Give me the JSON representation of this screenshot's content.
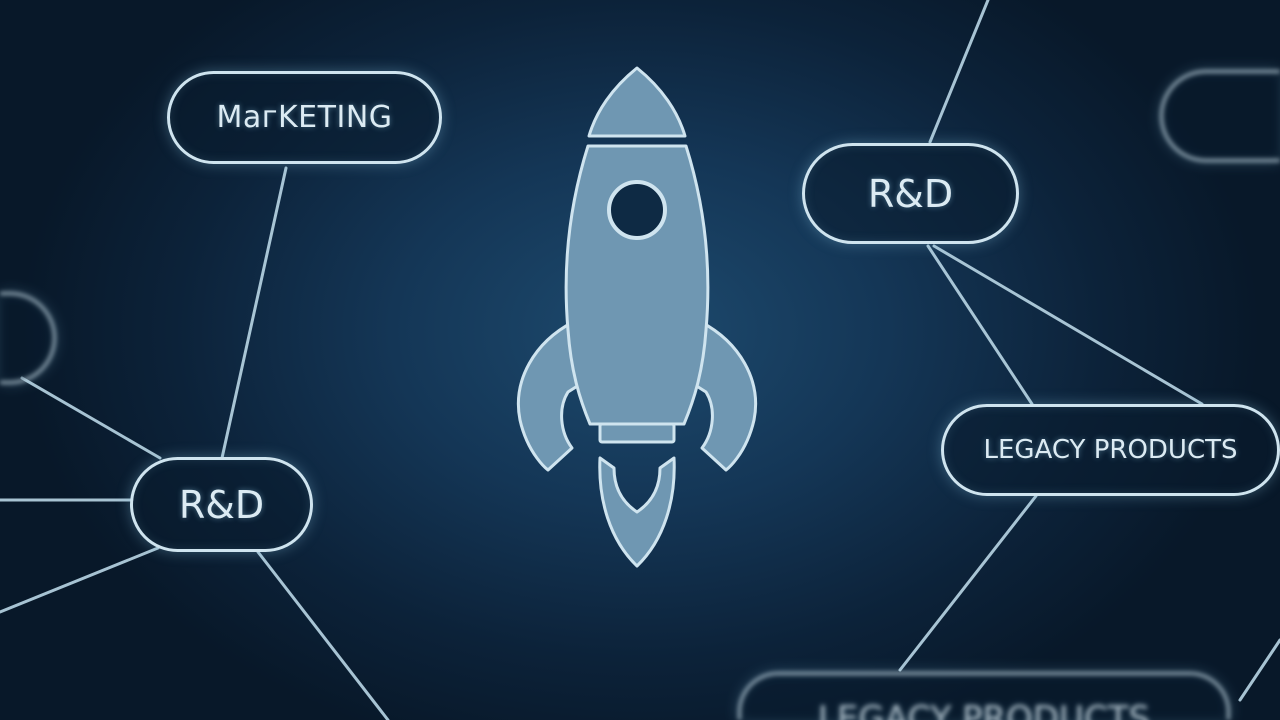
{
  "nodes": {
    "marketing": {
      "label": "MaгKETING"
    },
    "rd_top_right": {
      "label": "R&D"
    },
    "rd_left": {
      "label": "R&D"
    },
    "legacy_products": {
      "label": "LEGACY PRODUCTS"
    },
    "legacy_products_bottom": {
      "label": "LEGACY PRODUCTS"
    },
    "blurred_top_right": {
      "label": ""
    },
    "blurred_left": {
      "label": ""
    }
  },
  "center_icon": "rocket-icon",
  "colors": {
    "background": "#0b1e33",
    "background_glow": "#1d4a6e",
    "line": "#b9d6e5",
    "rocket_fill": "#6f97b2",
    "node_border": "#cfe4ef"
  }
}
